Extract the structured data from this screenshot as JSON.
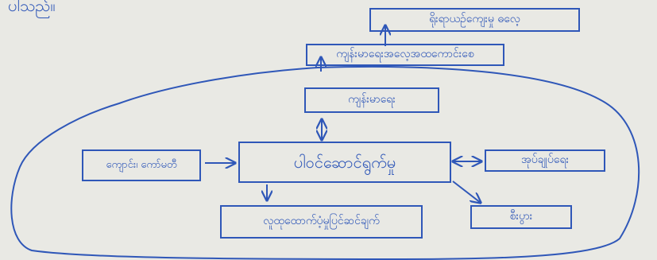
{
  "top_fragment": "ပါသည်။",
  "nodes": {
    "top": "ရိုးရာယဉ်ကျေးမှု ဓလေ့",
    "upper": "ကျန်းမာရေးအလေ့အထကောင်းစေ",
    "health": "ကျန်းမာရေး",
    "left": "ကျောင်း၊ ကော်မတီ",
    "center": "ပါဝင်ဆောင်ရွက်မှု",
    "right": "အုပ်ချုပ်ရေး",
    "bottom_left": "လူထုထောက်ပံ့မှုပြင်ဆင်ချက်",
    "bottom_right": "စီးပွား"
  }
}
